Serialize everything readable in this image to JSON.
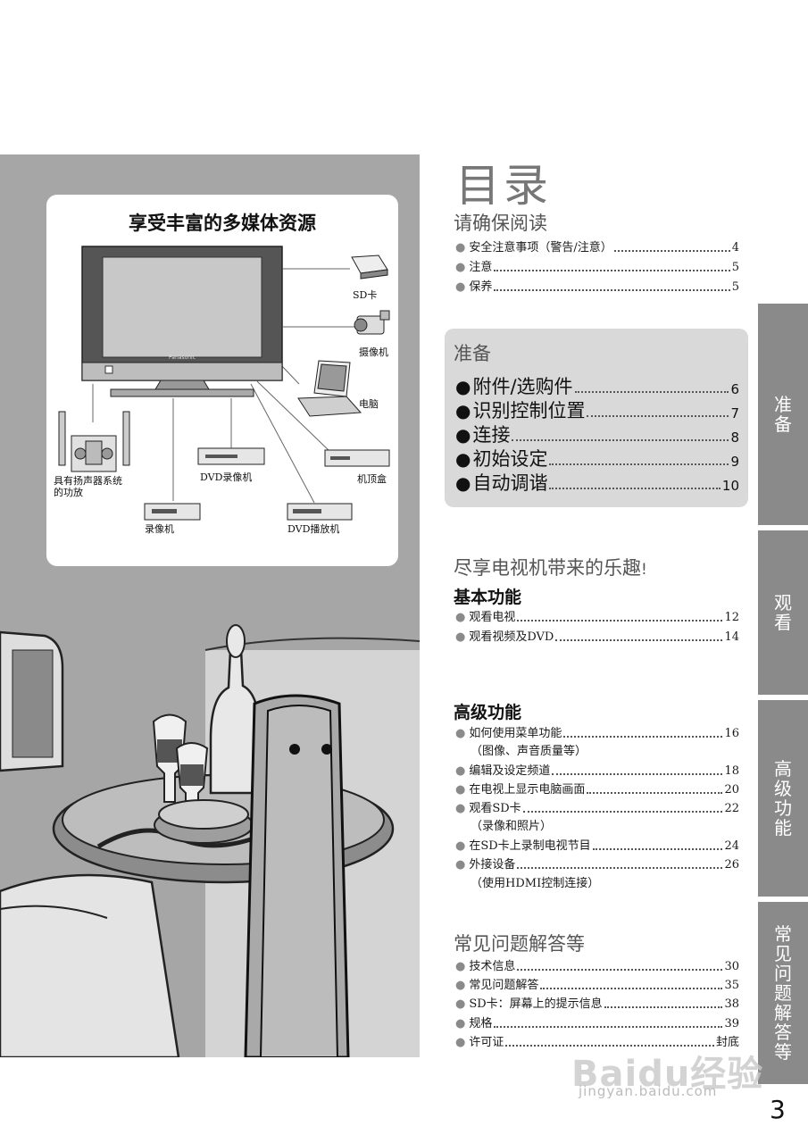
{
  "illustration": {
    "title": "享受丰富的多媒体资源",
    "tv_brand": "Panasonic",
    "devices": {
      "sd_card": "SD卡",
      "camcorder": "摄像机",
      "pc": "电脑",
      "stb": "机顶盒",
      "dvd_recorder": "DVD录像机",
      "dvd_player": "DVD播放机",
      "vcr": "录像机",
      "amp_line1": "具有扬声器系统",
      "amp_line2": "的功放"
    }
  },
  "toc": {
    "title": "目录",
    "sections": {
      "read_first": {
        "heading": "请确保阅读",
        "items": [
          {
            "label": "安全注意事项（警告/注意）",
            "page": "4"
          },
          {
            "label": "注意",
            "page": "5"
          },
          {
            "label": "保养",
            "page": "5"
          }
        ]
      },
      "prep": {
        "heading": "准备",
        "items": [
          {
            "label": "附件/选购件",
            "page": "6"
          },
          {
            "label": "识别控制位置",
            "page": "7"
          },
          {
            "label": "连接",
            "page": "8"
          },
          {
            "label": "初始设定",
            "page": "9"
          },
          {
            "label": "自动调谐",
            "page": "10"
          }
        ]
      },
      "enjoy": {
        "heading": "尽享电视机带来的乐趣",
        "heading_mark": "!",
        "basic": {
          "heading": "基本功能",
          "items": [
            {
              "label": "观看电视",
              "page": "12"
            },
            {
              "label": "观看视频及DVD",
              "page": "14"
            }
          ]
        },
        "advanced": {
          "heading": "高级功能",
          "items": [
            {
              "label": "如何使用菜单功能",
              "page": "16",
              "note": "（图像、声音质量等）"
            },
            {
              "label": "编辑及设定频道",
              "page": "18"
            },
            {
              "label": "在电视上显示电脑画面",
              "page": "20"
            },
            {
              "label": "观看SD卡",
              "page": "22",
              "note": "（录像和照片）"
            },
            {
              "label": "在SD卡上录制电视节目",
              "page": "24"
            },
            {
              "label": "外接设备",
              "page": "26",
              "note": "（使用HDMI控制连接）"
            }
          ]
        }
      },
      "faq": {
        "heading": "常见问题解答等",
        "items": [
          {
            "label": "技术信息",
            "page": "30"
          },
          {
            "label": "常见问题解答",
            "page": "35"
          },
          {
            "label": "SD卡：屏幕上的提示信息",
            "page": "38"
          },
          {
            "label": "规格",
            "page": "39"
          },
          {
            "label": "许可证",
            "page": "封底"
          }
        ]
      }
    },
    "bullet": "●"
  },
  "tabs": [
    "准备",
    "观看",
    "高级功能",
    "常见问题解答等"
  ],
  "page_number": "3",
  "watermark": {
    "brand": "Baidu经验",
    "url": "jingyan.baidu.com"
  },
  "colors": {
    "panel": "#a6a6a6",
    "tab": "#8a8a8a",
    "prep_box": "#d9d9d9"
  }
}
